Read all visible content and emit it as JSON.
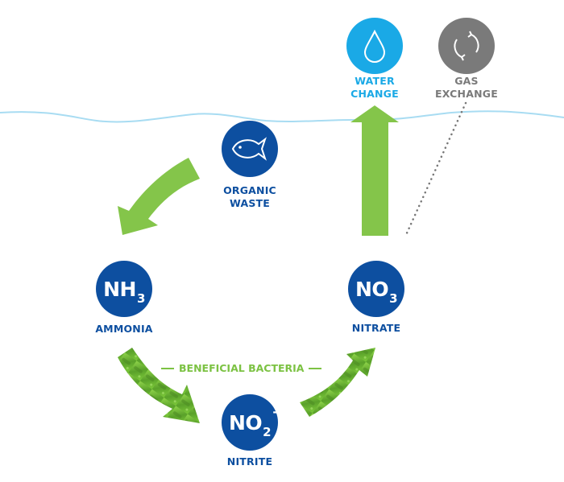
{
  "title": "Aquarium Nitrogen Cycle",
  "colors": {
    "primary_blue": "#0d4fa0",
    "water_cyan": "#1aa9e6",
    "gas_gray": "#7a7a7a",
    "arrow_green": "#84c54a",
    "water_line": "#a8dcf2"
  },
  "nodes": {
    "water_change": {
      "icon": "water-drop-icon",
      "label_line1": "WATER",
      "label_line2": "CHANGE"
    },
    "gas_exchange": {
      "icon": "refresh-cycle-icon",
      "label_line1": "GAS",
      "label_line2": "EXCHANGE"
    },
    "organic_waste": {
      "icon": "fish-icon",
      "label_line1": "ORGANIC",
      "label_line2": "WASTE"
    },
    "ammonia": {
      "formula_main": "NH",
      "formula_sub": "3",
      "label": "AMMONIA"
    },
    "nitrate": {
      "formula_main": "NO",
      "formula_sub": "3",
      "label": "NITRATE"
    },
    "nitrite": {
      "formula_main": "NO",
      "formula_sub": "2",
      "formula_sup": "-",
      "label": "NITRITE"
    }
  },
  "bacteria_label": "BENEFICIAL BACTERIA"
}
